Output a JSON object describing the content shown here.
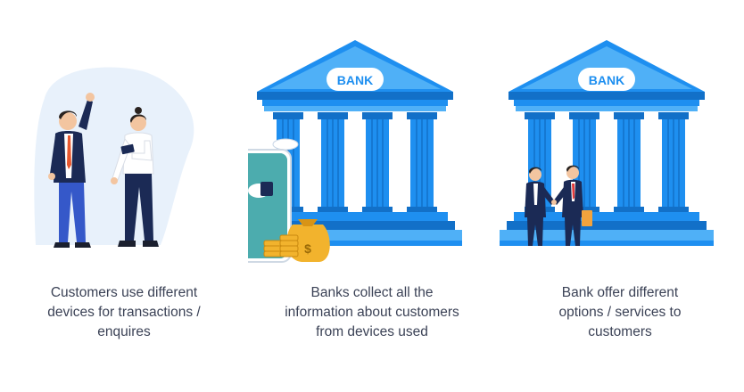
{
  "panels": [
    {
      "caption_lines": [
        "Customers use different",
        "devices for transactions /",
        "enquires"
      ]
    },
    {
      "caption_lines": [
        "Banks collect all the",
        "information about customers",
        "from devices used"
      ],
      "bank_label": "BANK"
    },
    {
      "caption_lines": [
        "Bank offer different",
        "options / services to",
        "customers"
      ],
      "bank_label": "BANK"
    }
  ],
  "colors": {
    "bank_blue": "#1e8ff0",
    "bank_light": "#4fb0f7",
    "bank_dark": "#1270c8",
    "caption_text": "#3b4256",
    "coin_gold": "#f2b32d",
    "suit_navy": "#1b2a55"
  }
}
